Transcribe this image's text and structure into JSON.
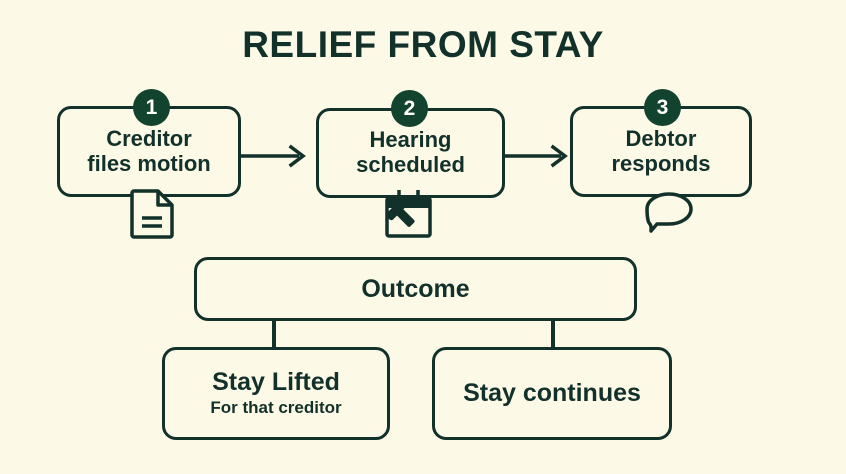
{
  "title": "RELIEF FROM STAY",
  "colors": {
    "background": "#FDF9E7",
    "ink": "#12312A",
    "badge_fill": "#12432F",
    "badge_text": "#FFFFFF"
  },
  "steps": [
    {
      "number": "1",
      "line1": "Creditor",
      "line2": "files motion",
      "icon": "document-icon"
    },
    {
      "number": "2",
      "line1": "Hearing",
      "line2": "scheduled",
      "icon": "calendar-gavel-icon"
    },
    {
      "number": "3",
      "line1": "Debtor",
      "line2": "responds",
      "icon": "speech-bubble-icon"
    }
  ],
  "arrows": [
    {
      "name": "arrow-step1-to-step2"
    },
    {
      "name": "arrow-step2-to-step3"
    }
  ],
  "outcome": {
    "label": "Outcome"
  },
  "results": [
    {
      "title": "Stay Lifted",
      "subtitle": "For that creditor"
    },
    {
      "title": "Stay continues",
      "subtitle": ""
    }
  ]
}
